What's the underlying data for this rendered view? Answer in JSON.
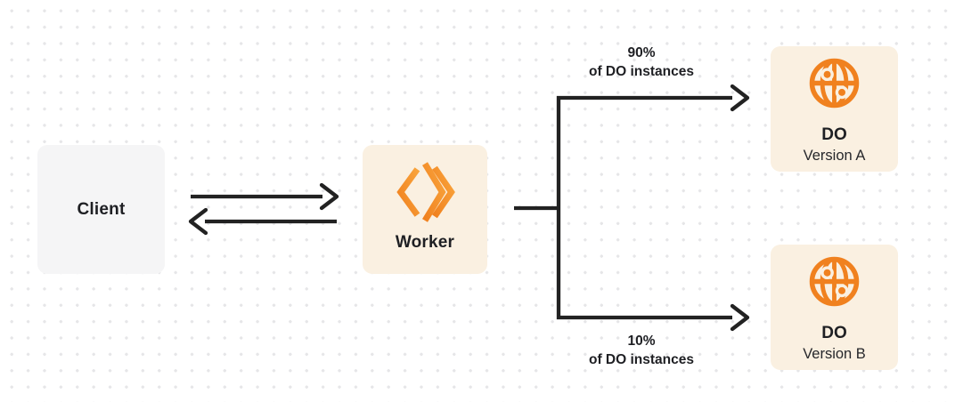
{
  "diagram": {
    "kind": "architecture-flow",
    "nodes": {
      "client": {
        "label": "Client"
      },
      "worker": {
        "label": "Worker",
        "icon": "workers-logo-icon"
      },
      "do_a": {
        "title": "DO",
        "subtitle": "Version A",
        "icon": "globe-icon"
      },
      "do_b": {
        "title": "DO",
        "subtitle": "Version B",
        "icon": "globe-icon"
      }
    },
    "edges": {
      "client_worker": {
        "from": "Client",
        "to": "Worker",
        "style": "bidirectional"
      },
      "worker_do_a": {
        "label_line1": "90%",
        "label_line2": "of DO instances"
      },
      "worker_do_b": {
        "label_line1": "10%",
        "label_line2": "of DO instances"
      }
    }
  },
  "colors": {
    "accent": "#f0811f",
    "accent_light": "#f9a43c",
    "node_fill_warm": "#faf0e1",
    "node_fill_gray": "#f5f5f6",
    "line": "#222222",
    "text": "#1e1f23",
    "text_soft": "#26272b",
    "dot": "#e6e6e8",
    "background": "#ffffff"
  }
}
